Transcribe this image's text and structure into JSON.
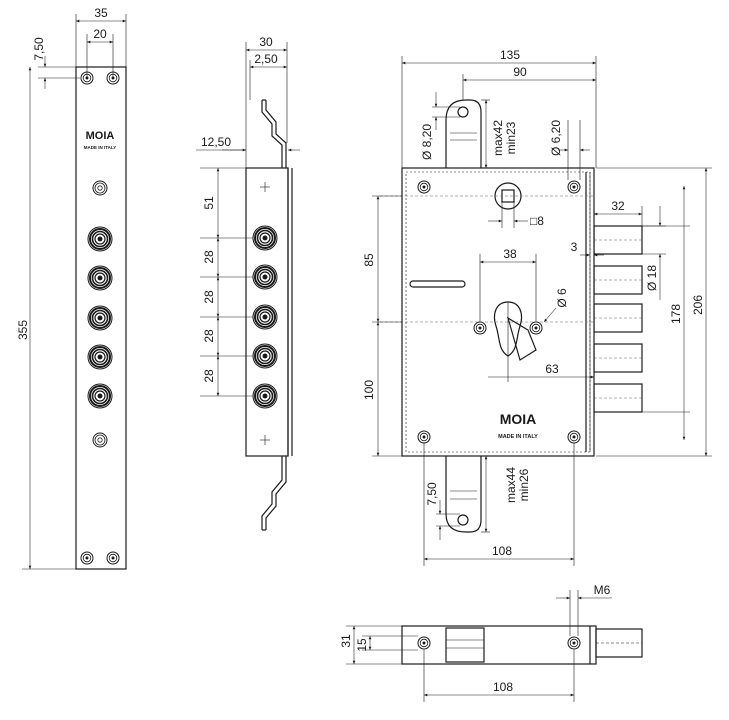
{
  "brand": "MOIA",
  "made_in": "MADE IN ITALY",
  "front_plate": {
    "width_label": "35",
    "hole_spacing_label": "20",
    "top_offset_label": "7,50",
    "length_label": "355"
  },
  "side_view": {
    "width_label": "30",
    "offset_label": "2,50",
    "bend_label": "12,50",
    "first_spacing_label": "51",
    "spacing_labels": [
      "28",
      "28",
      "28",
      "28"
    ]
  },
  "lock_body": {
    "width_label": "135",
    "inner_width_label": "90",
    "hole_top_left_label": "Ø 8,20",
    "hole_top_right_label": "Ø 6,20",
    "strike_top_range": [
      "max42",
      "min23"
    ],
    "spindle_label": "□8",
    "bolt_length_label": "32",
    "bolt_gap_label": "3",
    "bolt_diameter_label": "Ø 18",
    "cyl_spacing_label": "38",
    "cyl_hole_label": "Ø 6",
    "backset_label": "63",
    "upper_height_label": "85",
    "lower_height_label": "100",
    "bolt_span_label": "178",
    "total_height_label": "206",
    "strike_bottom_offset_label": "7,50",
    "strike_bottom_range": [
      "max44",
      "min26"
    ],
    "bottom_width_label": "108"
  },
  "bottom_view": {
    "height_label": "31",
    "inner_label": "15",
    "screw_label": "M6",
    "width_label": "108"
  }
}
